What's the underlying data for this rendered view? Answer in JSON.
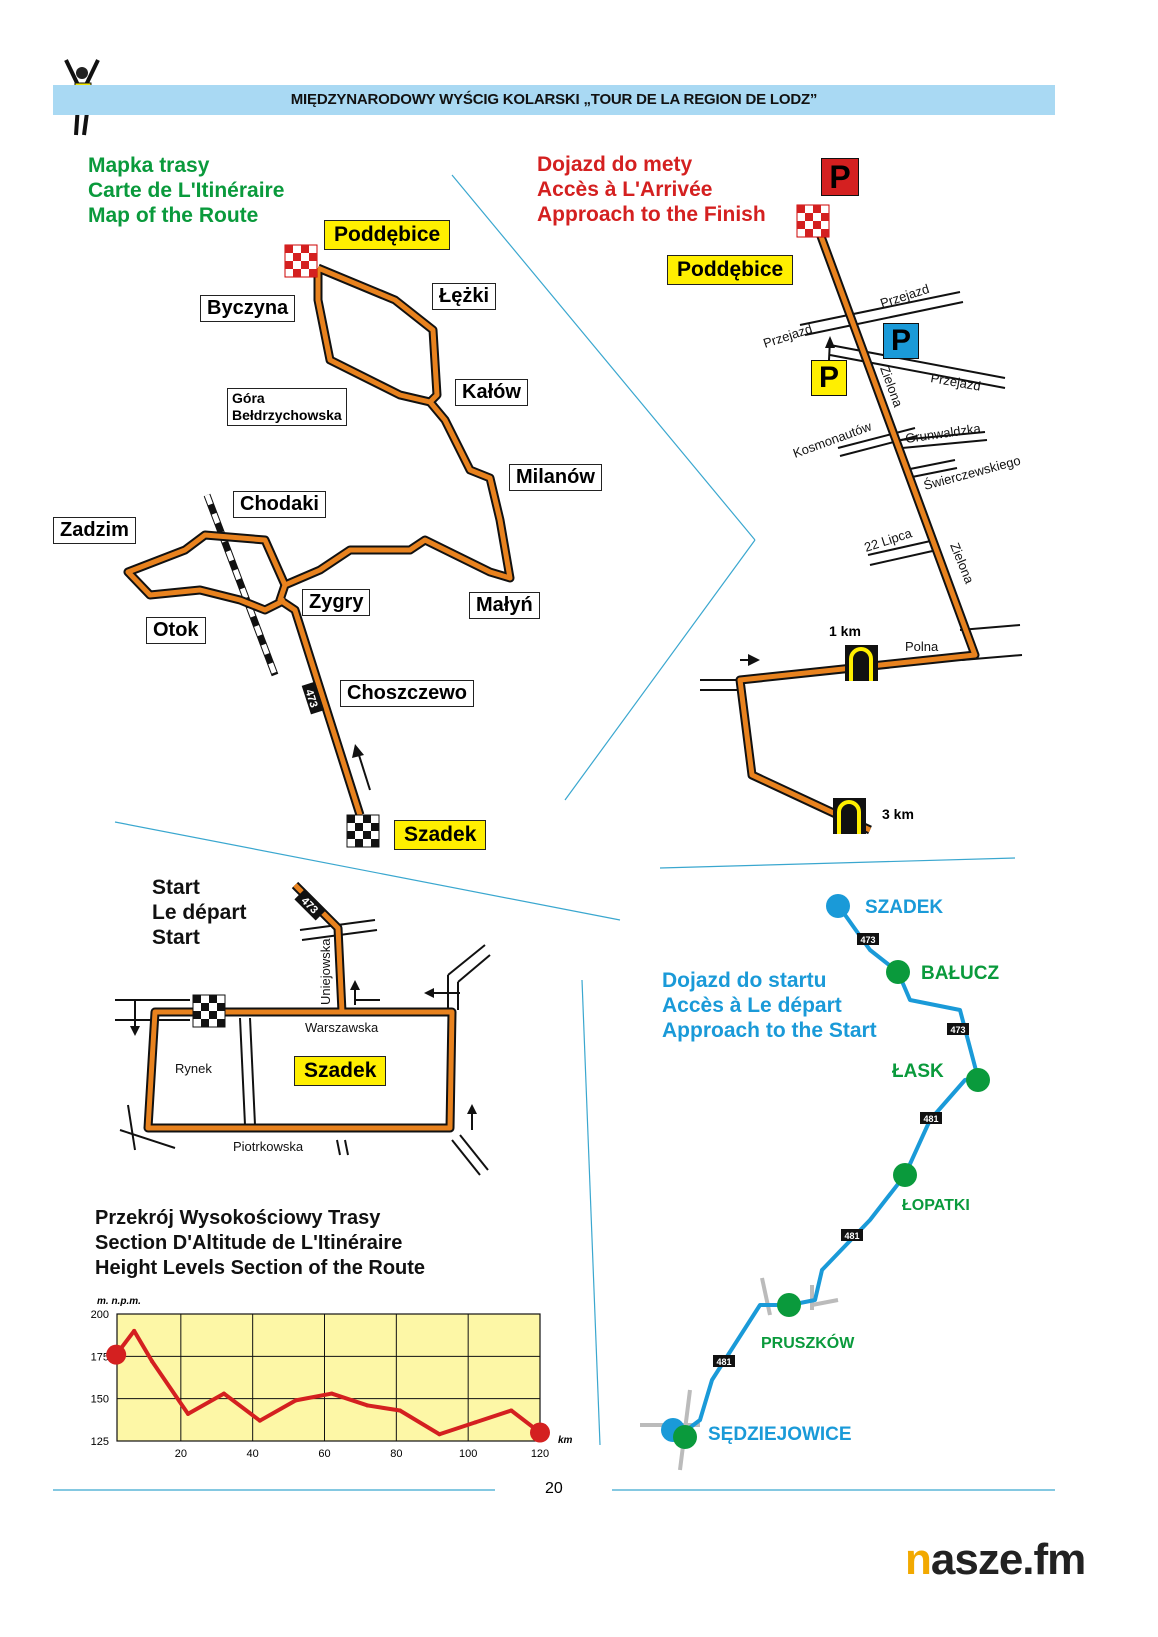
{
  "header": {
    "title": "MIĘDZYNARODOWY WYŚCIG KOLARSKI „TOUR DE LA REGION DE LODZ”"
  },
  "route_map": {
    "heading": [
      "Mapka trasy",
      "Carte de L'Itinéraire",
      "Map of the Route"
    ],
    "places": {
      "poddebice": "Poddębice",
      "byczyna": "Byczyna",
      "lezki": "Łężki",
      "gora1": "Góra",
      "gora2": "Bełdrzychowska",
      "kalow": "Kałów",
      "milanow": "Milanów",
      "chodaki": "Chodaki",
      "zadzim": "Zadzim",
      "zygry": "Zygry",
      "malyn": "Małyń",
      "otok": "Otok",
      "choszczewo": "Choszczewo",
      "szadek": "Szadek"
    },
    "road_number": "473"
  },
  "finish_map": {
    "heading": [
      "Dojazd do mety",
      "Accès à L'Arrivée",
      "Approach to the Finish"
    ],
    "town": "Poddębice",
    "parking": "P",
    "streets": {
      "przejazd": "Przejazd",
      "zielona": "Zielona",
      "kosmonautow": "Kosmonautów",
      "grunwaldzka": "Grunwaldzka",
      "swierczewskiego": "Świerczewskiego",
      "lipca": "22 Lipca",
      "polna": "Polna"
    },
    "markers": {
      "km1": "1 km",
      "km3": "3 km"
    }
  },
  "start_map": {
    "heading": [
      "Start",
      "Le départ",
      "Start"
    ],
    "town": "Szadek",
    "streets": {
      "uniejowska": "Uniejowska",
      "warszawska": "Warszawska",
      "rynek": "Rynek",
      "piotrkowska": "Piotrkowska"
    },
    "road_number": "473"
  },
  "approach_map": {
    "heading": [
      "Dojazd do startu",
      "Accès à Le départ",
      "Approach to the Start"
    ],
    "towns": {
      "szadek": "SZADEK",
      "balucz": "BAŁUCZ",
      "lask": "ŁASK",
      "lopatki": "ŁOPATKI",
      "pruszkow": "PRUSZKÓW",
      "sedziejowice": "SĘDZIEJOWICE"
    },
    "roads": [
      "473",
      "473",
      "481",
      "481",
      "481"
    ],
    "colors": {
      "route": "#1a9ad8",
      "town_green": "#0a9a3c"
    }
  },
  "elevation": {
    "heading": [
      "Przekrój Wysokościowy Trasy",
      "Section D'Altitude de L'Itinéraire",
      "Height Levels Section of the Route"
    ]
  },
  "chart_data": {
    "type": "line",
    "title": "Height Levels Section of the Route",
    "ylabel": "m. n.p.m.",
    "xlabel": "km",
    "xlim": [
      0,
      120
    ],
    "ylim": [
      125,
      200
    ],
    "xticks": [
      20,
      40,
      60,
      80,
      100,
      120
    ],
    "yticks": [
      125,
      150,
      175,
      200
    ],
    "grid": true,
    "series": [
      {
        "name": "altitude",
        "color": "#d42020",
        "x": [
          2,
          7,
          12,
          22,
          32,
          42,
          52,
          62,
          72,
          81,
          92,
          102,
          112,
          120
        ],
        "y": [
          176,
          190,
          172,
          141,
          153,
          137,
          149,
          153,
          146,
          143,
          129,
          136,
          143,
          130
        ]
      }
    ]
  },
  "page_number": "20",
  "logo": {
    "text": "nasze.fm"
  }
}
